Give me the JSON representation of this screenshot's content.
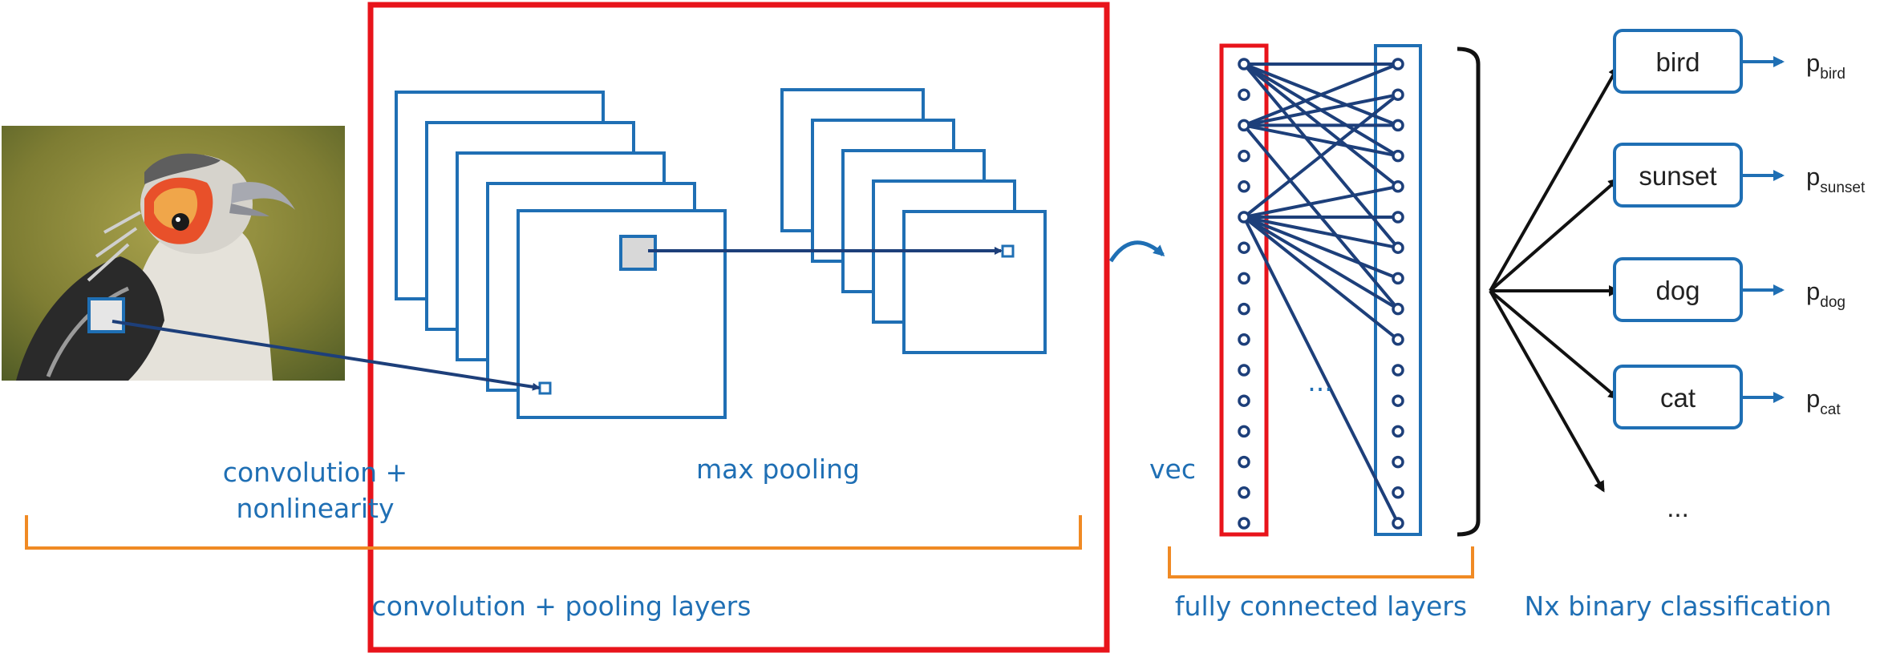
{
  "labels": {
    "conv_line1": "convolution +",
    "conv_line2": "nonlinearity",
    "max_pooling": "max pooling",
    "conv_pool_layers": "convolution + pooling layers",
    "vec": "vec",
    "hidden_ellipsis": "...",
    "fully_connected": "fully connected layers",
    "binary_classification": "Nx binary classification"
  },
  "classes": [
    {
      "name": "bird",
      "prob_main": "p",
      "prob_sub": "bird"
    },
    {
      "name": "sunset",
      "prob_main": "p",
      "prob_sub": "sunset"
    },
    {
      "name": "dog",
      "prob_main": "p",
      "prob_sub": "dog"
    },
    {
      "name": "cat",
      "prob_main": "p",
      "prob_sub": "cat"
    }
  ],
  "more_classes": "...",
  "colors": {
    "blue": "#1f6fb4",
    "dark_blue": "#1d3f7a",
    "red": "#e8141b",
    "orange": "#f08a24",
    "black": "#111111"
  }
}
